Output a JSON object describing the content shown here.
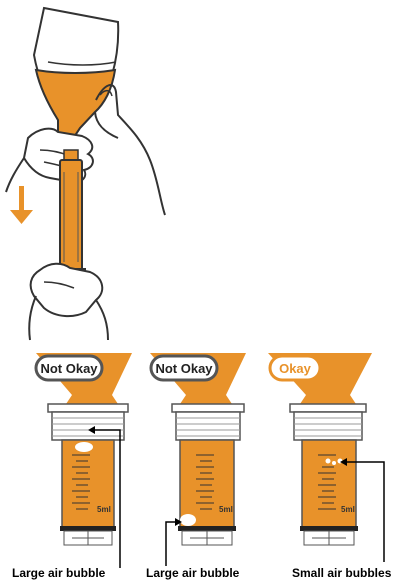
{
  "badges": [
    {
      "text": "Not Okay"
    },
    {
      "text": "Not Okay"
    },
    {
      "text": "Okay"
    }
  ],
  "captions": [
    "Large air bubble",
    "Large air bubble",
    "Small air bubbles"
  ],
  "syringe_mark": "5ml",
  "colors": {
    "medicine": "#e8922a",
    "outline": "#222222",
    "badge_notok_border": "#555555",
    "badge_ok_border": "#e8922a",
    "badge_ok_text": "#e8922a",
    "badge_notok_text": "#222222"
  }
}
